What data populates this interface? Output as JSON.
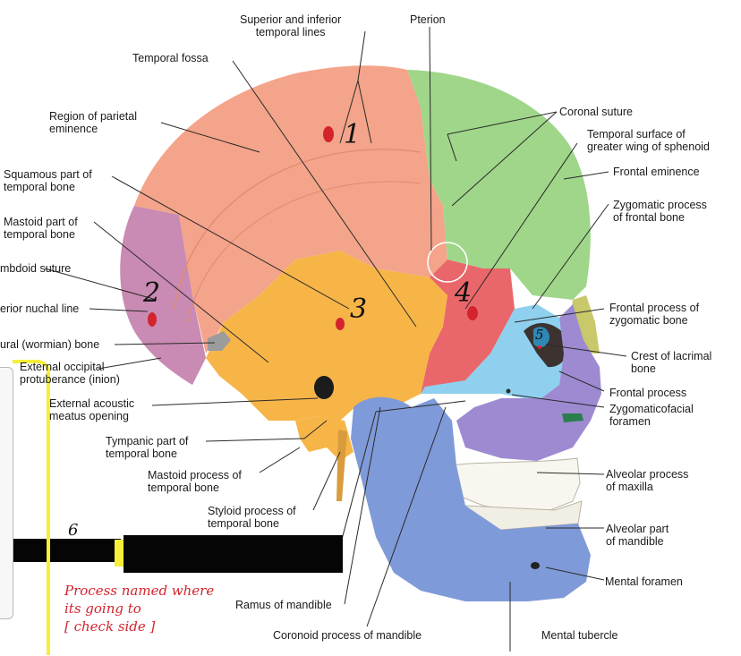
{
  "labels": {
    "superior_inferior_temporal_lines": "Superior and inferior\ntemporal lines",
    "pterion": "Pterion",
    "temporal_fossa": "Temporal fossa",
    "coronal_suture": "Coronal suture",
    "parietal_eminence": "Region of parietal\neminence",
    "temporal_surface_sphenoid": "Temporal surface of\ngreater wing of sphenoid",
    "frontal_eminence": "Frontal eminence",
    "squamous_temporal": "Squamous part of\ntemporal bone",
    "zygomatic_process_frontal": "Zygomatic process\nof frontal bone",
    "mastoid_part_temporal": "Mastoid part of\ntemporal bone",
    "lambdoid_suture": "mbdoid suture",
    "superior_nuchal_line": "erior nuchal line",
    "frontal_process_zygomatic": "Frontal process of\nzygomatic bone",
    "sutural_bone": "ural (wormian) bone",
    "crest_lacrimal": "Crest of lacrimal\nbone",
    "external_occipital": "External occipital\nprotuberance (inion)",
    "frontal_process": "Frontal process",
    "external_acoustic": "External acoustic\nmeatus opening",
    "zygomaticofacial": "Zygomaticofacial\nforamen",
    "tympanic_part": "Tympanic part of\ntemporal bone",
    "mastoid_process": "Mastoid process of\ntemporal bone",
    "alveolar_process_maxilla": "Alveolar process\nof maxilla",
    "styloid_process": "Styloid process of\ntemporal bone",
    "alveolar_part_mandible": "Alveolar part\nof mandible",
    "mental_foramen": "Mental foramen",
    "ramus_mandible": "Ramus of mandible",
    "coronoid_process": "Coronoid process of mandible",
    "mental_tubercle": "Mental tubercle"
  },
  "annotations": {
    "n1": "1",
    "n2": "2",
    "n3": "3",
    "n4": "4",
    "n5": "5",
    "n6": "6",
    "note": "Process named where\nits going to\n[ check side ]"
  },
  "colors": {
    "parietal": "#f4a48a",
    "temporal": "#f7b548",
    "frontal": "#9fd68a",
    "occipital": "#c98ab3",
    "sphenoid": "#e9676a",
    "zygomatic": "#8fd0ee",
    "maxilla": "#9d8ad1",
    "mandible": "#7f9ad8",
    "nasal": "#c9c86a",
    "annotation_red": "#d3242e",
    "highlight_yellow": "#f7ee3a"
  }
}
